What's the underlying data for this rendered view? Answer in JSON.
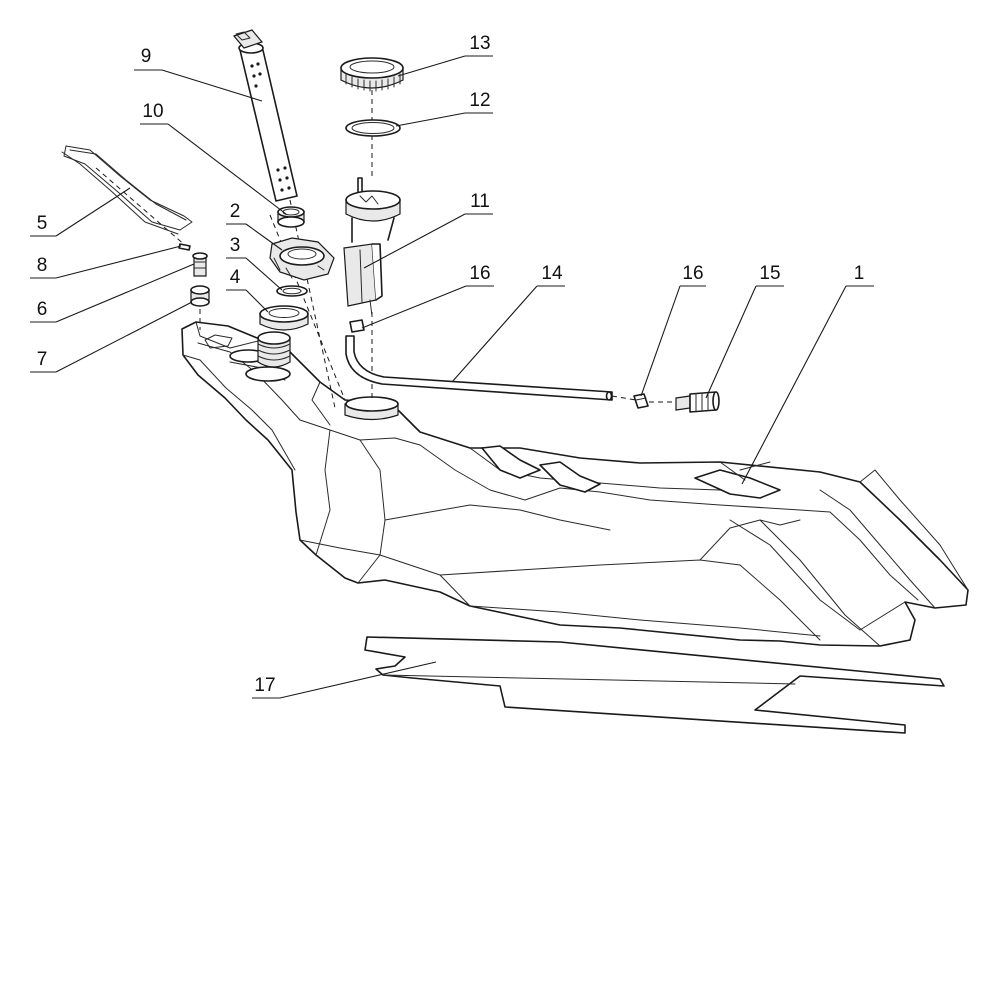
{
  "diagram": {
    "type": "exploded-parts-view",
    "callouts": [
      {
        "id": "c1",
        "label": "1"
      },
      {
        "id": "c2",
        "label": "2"
      },
      {
        "id": "c3",
        "label": "3"
      },
      {
        "id": "c4",
        "label": "4"
      },
      {
        "id": "c5",
        "label": "5"
      },
      {
        "id": "c6",
        "label": "6"
      },
      {
        "id": "c7",
        "label": "7"
      },
      {
        "id": "c8",
        "label": "8"
      },
      {
        "id": "c9",
        "label": "9"
      },
      {
        "id": "c10",
        "label": "10"
      },
      {
        "id": "c11",
        "label": "11"
      },
      {
        "id": "c12",
        "label": "12"
      },
      {
        "id": "c13",
        "label": "13"
      },
      {
        "id": "c14",
        "label": "14"
      },
      {
        "id": "c15",
        "label": "15"
      },
      {
        "id": "c16a",
        "label": "16"
      },
      {
        "id": "c16b",
        "label": "16"
      },
      {
        "id": "c17",
        "label": "17"
      }
    ],
    "colors": {
      "line": "#1a1a1a",
      "background": "#ffffff",
      "shade": "#e9e9e9"
    }
  }
}
